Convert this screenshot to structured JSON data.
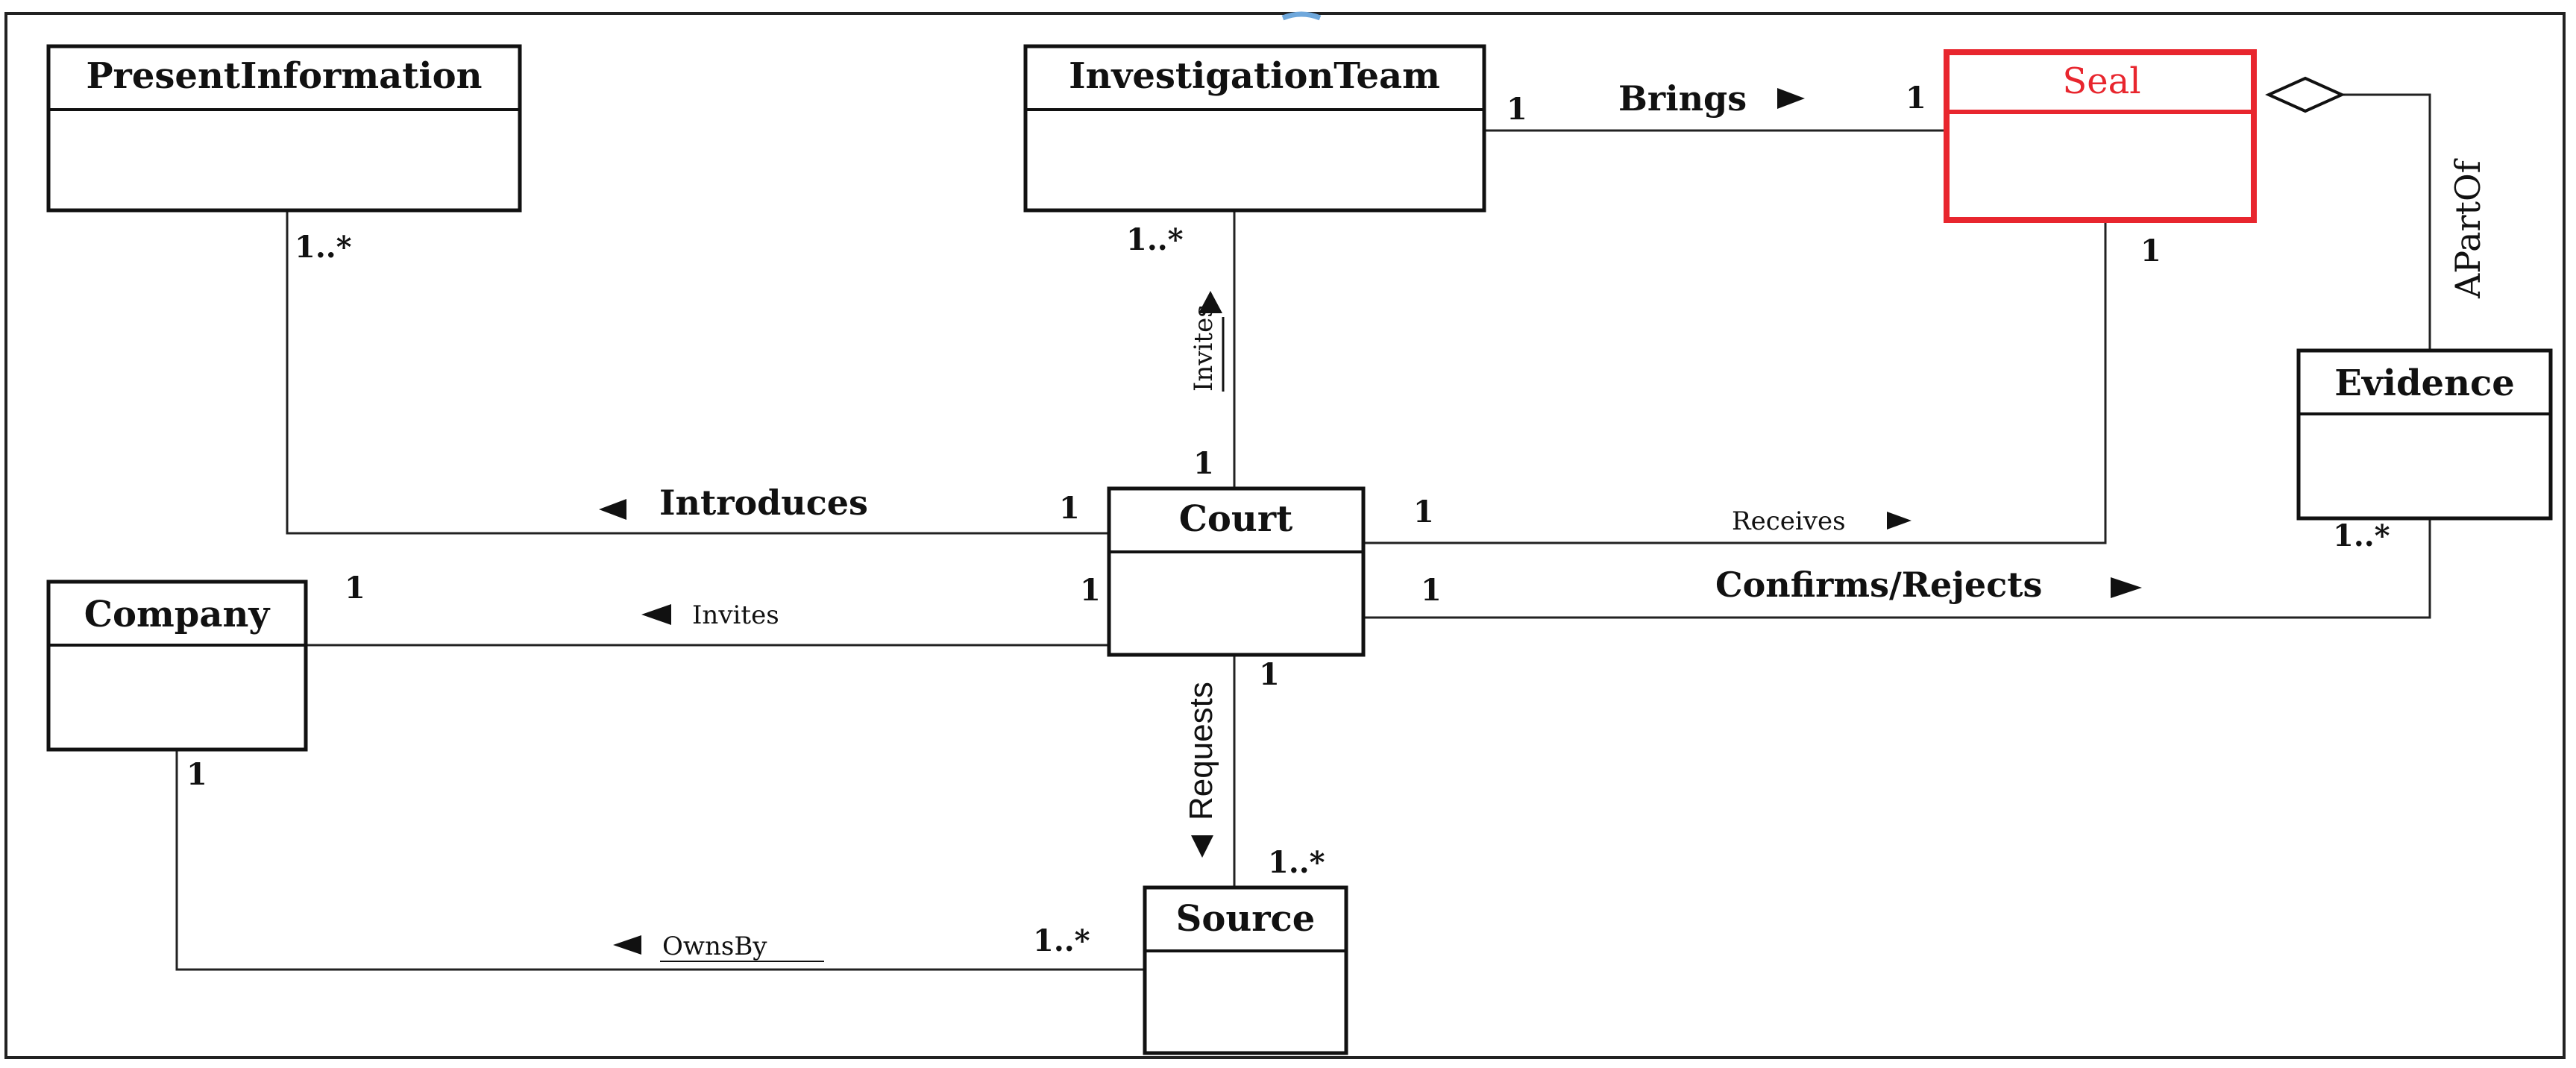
{
  "classes": {
    "present_information": "PresentInformation",
    "investigation_team": "InvestigationTeam",
    "seal": "Seal",
    "evidence": "Evidence",
    "court": "Court",
    "company": "Company",
    "source": "Source"
  },
  "associations": {
    "brings": "Brings",
    "invites_vertical": "Invites",
    "apartof": "APartOf",
    "introduces": "Introduces",
    "receives": "Receives",
    "confirms_rejects": "Confirms/Rejects",
    "invites_company": "Invites",
    "requests": "Requests",
    "owns_by": "OwnsBy"
  },
  "multiplicities": {
    "present_info_end": "1..*",
    "investigation_team_bottom": "1..*",
    "brings_team_end": "1",
    "brings_seal_end": "1",
    "seal_bottom": "1",
    "evidence_bottom": "1..*",
    "court_top": "1",
    "court_left_introduces": "1",
    "court_left_invites": "1",
    "court_right_receives": "1",
    "court_right_confirms": "1",
    "court_bottom": "1",
    "company_right": "1",
    "company_bottom": "1",
    "source_top": "1..*",
    "source_left": "1..*"
  },
  "colors": {
    "seal_highlight": "#e8262e",
    "stroke": "#111111"
  }
}
